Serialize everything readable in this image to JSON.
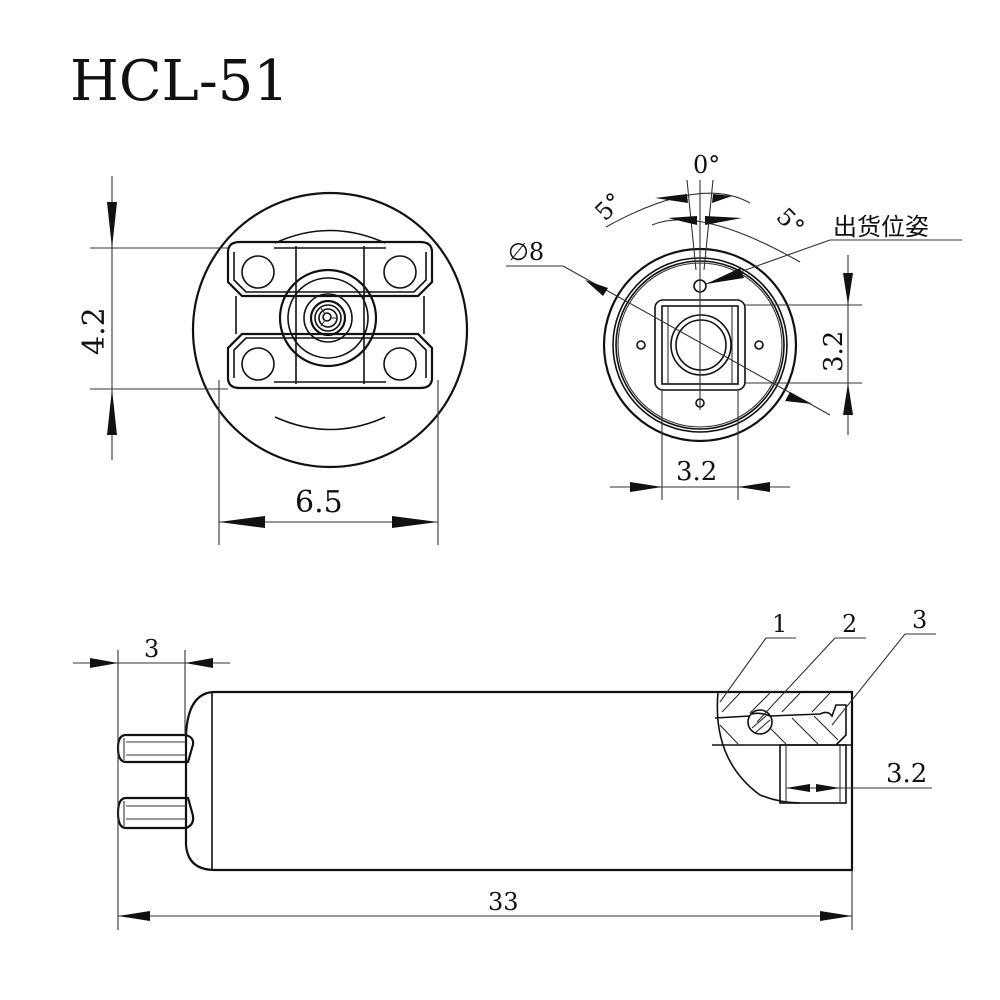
{
  "title": "HCL-51",
  "front_view": {
    "height_dim": "4.2",
    "width_dim": "6.5"
  },
  "end_view": {
    "diameter_label": "∅8",
    "angle_center": "0°",
    "angle_left": "5°",
    "angle_right": "5°",
    "shipping_position_label": "出货位姿",
    "square_height_dim": "3.2",
    "square_width_dim": "3.2"
  },
  "side_view": {
    "pin_length_dim": "3",
    "total_length_dim": "33",
    "bore_dim": "3.2",
    "callouts": [
      "1",
      "2",
      "3"
    ]
  }
}
